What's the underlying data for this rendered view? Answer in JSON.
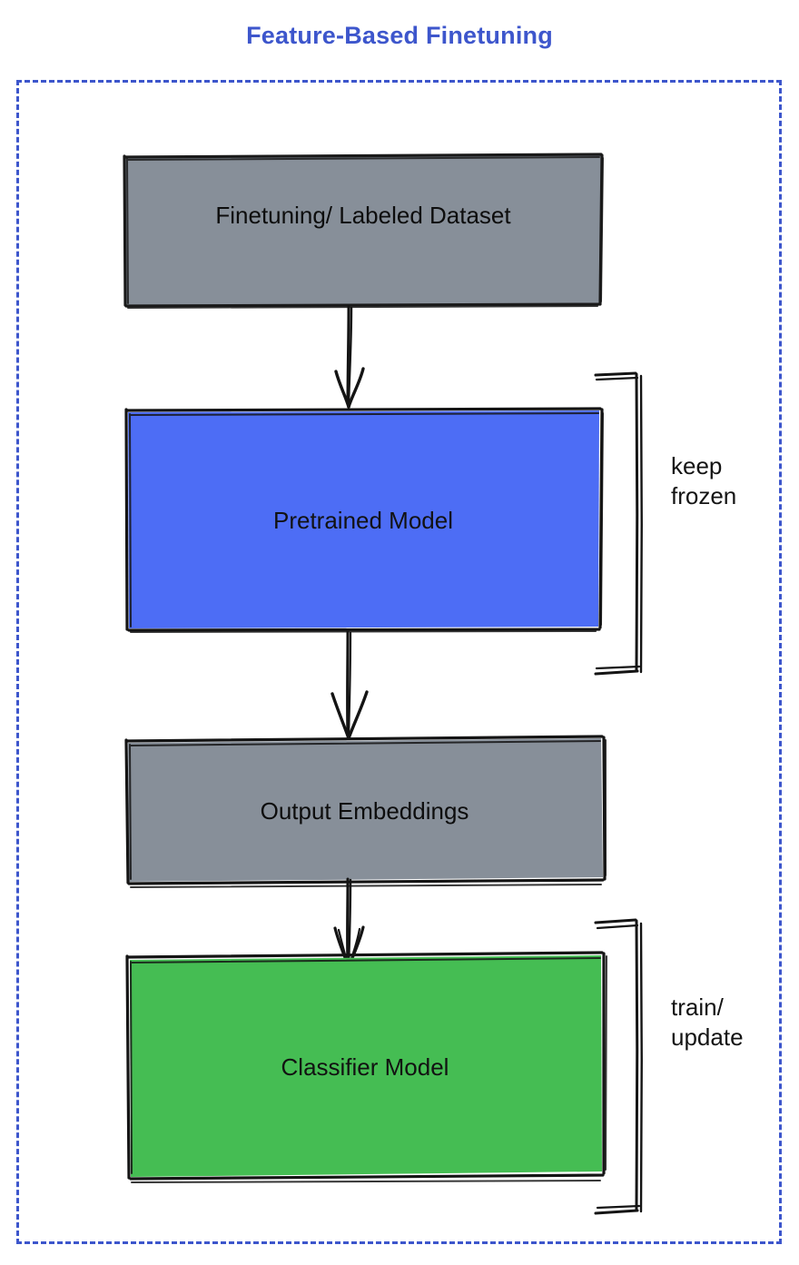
{
  "title": "Feature-Based Finetuning",
  "colors": {
    "title": "#3d56cc",
    "frame_border": "#3d56cc",
    "gray_fill": "#878f99",
    "blue_fill": "#4d6df5",
    "green_fill": "#45bd53",
    "stroke": "#1a1a1a",
    "background": "#ffffff"
  },
  "nodes": [
    {
      "id": "dataset",
      "label": "Finetuning/ Labeled Dataset",
      "fill": "gray"
    },
    {
      "id": "pretrained",
      "label": "Pretrained Model",
      "fill": "blue"
    },
    {
      "id": "embeddings",
      "label": "Output Embeddings",
      "fill": "gray"
    },
    {
      "id": "classifier",
      "label": "Classifier Model",
      "fill": "green"
    }
  ],
  "arrows": [
    {
      "from": "dataset",
      "to": "pretrained"
    },
    {
      "from": "pretrained",
      "to": "embeddings"
    },
    {
      "from": "embeddings",
      "to": "classifier"
    }
  ],
  "brackets": [
    {
      "id": "keep-frozen",
      "label": "keep\nfrozen",
      "target": "pretrained"
    },
    {
      "id": "train-update",
      "label": "train/\nupdate",
      "target": "classifier"
    }
  ]
}
